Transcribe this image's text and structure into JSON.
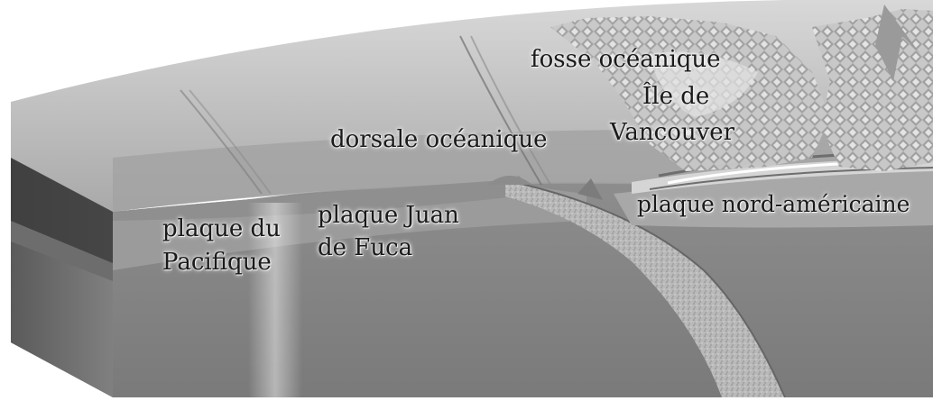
{
  "labels": {
    "trench": "fosse océanique",
    "island_line1": "Île de",
    "island_line2": "Vancouver",
    "ridge": "dorsale océanique",
    "juan_line1": "plaque Juan",
    "juan_line2": "de Fuca",
    "pacific_line1": "plaque du",
    "pacific_line2": "Pacifique",
    "north_american": "plaque nord-américaine"
  }
}
